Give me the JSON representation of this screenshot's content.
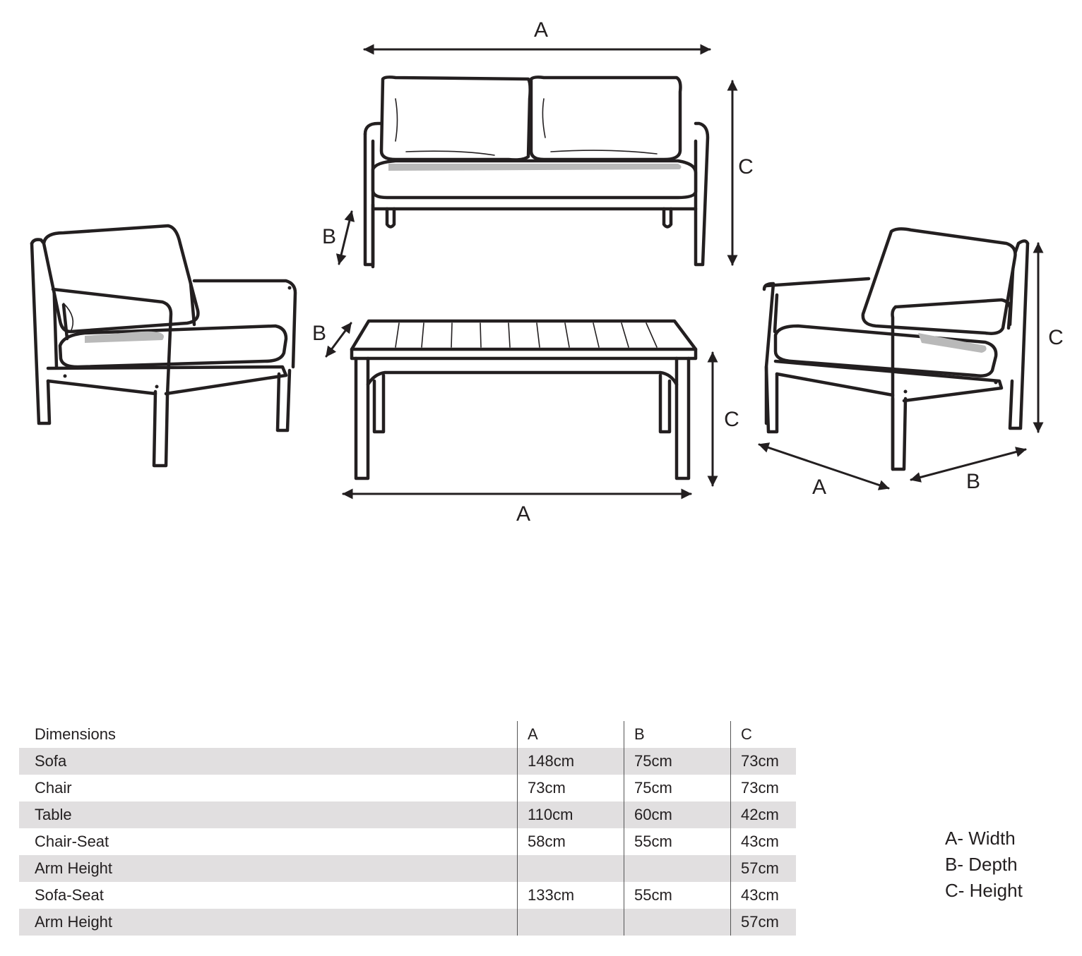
{
  "labels": {
    "width": "A",
    "depth": "B",
    "height": "C"
  },
  "table": {
    "header": [
      "Dimensions",
      "A",
      "B",
      "C"
    ],
    "rows": [
      [
        "Sofa",
        "148cm",
        "75cm",
        "73cm"
      ],
      [
        "Chair",
        "73cm",
        "75cm",
        "73cm"
      ],
      [
        "Table",
        "110cm",
        "60cm",
        "42cm"
      ],
      [
        "Chair-Seat",
        "58cm",
        "55cm",
        "43cm"
      ],
      [
        "Arm Height",
        "",
        "",
        "57cm"
      ],
      [
        "Sofa-Seat",
        "133cm",
        "55cm",
        "43cm"
      ],
      [
        "Arm Height",
        "",
        "",
        "57cm"
      ]
    ]
  },
  "legend": [
    "A- Width",
    "B- Depth",
    "C- Height"
  ],
  "colors": {
    "line": "#231f20",
    "row_shade": "#e1dfe0",
    "cushion_shadow": "#b9b9b9"
  }
}
